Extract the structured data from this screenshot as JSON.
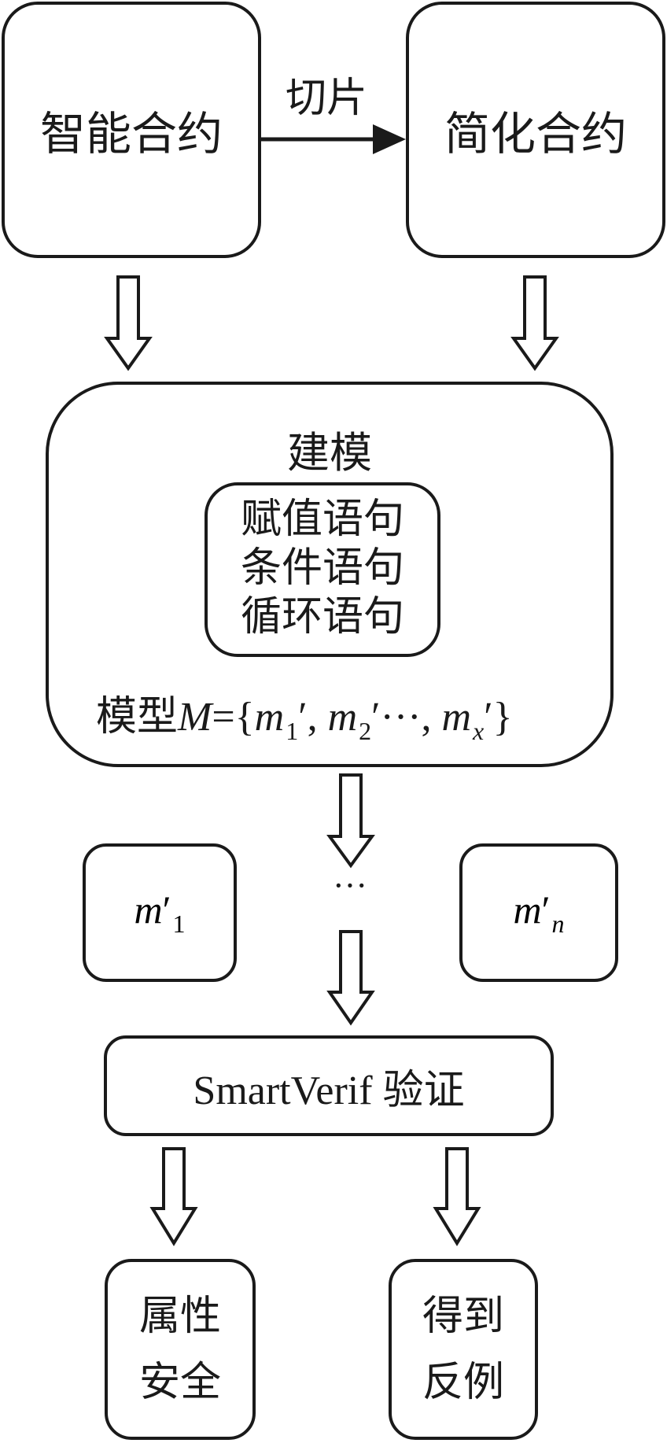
{
  "smart_contract": "智能合约",
  "slice_label": "切片",
  "simplified_contract": "简化合约",
  "modeling": {
    "title": "建模",
    "statements": [
      "赋值语句",
      "条件语句",
      "循环语句"
    ],
    "formula": {
      "prefix": "模型",
      "var": "M",
      "eq": "={",
      "m": "m",
      "sub1": "1",
      "sub2": "2",
      "subx": "x",
      "prime": "′",
      "comma": ", ",
      "ellipsis": "···",
      "close": "}"
    }
  },
  "sub_model_1": {
    "m": "m",
    "prime": "′",
    "sub": "1"
  },
  "sub_model_n": {
    "m": "m",
    "prime": "′",
    "sub": "n"
  },
  "dots": "···",
  "verification": "SmartVerif 验证",
  "result_attr": [
    "属性",
    "安全"
  ],
  "result_cex": [
    "得到",
    "反例"
  ]
}
